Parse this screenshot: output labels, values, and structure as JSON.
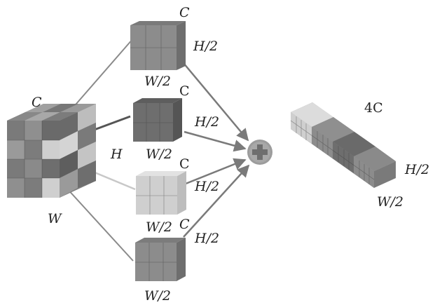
{
  "input": {
    "channel_label": "C",
    "height_label": "H",
    "width_label": "W"
  },
  "slices": [
    {
      "channel_label": "C",
      "height_label": "H/2",
      "width_label": "W/2"
    },
    {
      "channel_label": "C",
      "height_label": "H/2",
      "width_label": "W/2"
    },
    {
      "channel_label": "C",
      "height_label": "H/2",
      "width_label": "W/2"
    },
    {
      "channel_label": "C",
      "height_label": "H/2",
      "width_label": "W/2"
    }
  ],
  "output": {
    "channel_label": "4C",
    "height_label": "H/2",
    "width_label": "W/2"
  },
  "colors": {
    "line": "#8a8a8a",
    "light_line": "#c8c8c8",
    "cube_dark": "#6e6e6e",
    "cube_mid": "#8c8c8c",
    "cube_light": "#cfcfcf",
    "add_symbol": "#888888"
  },
  "icons": {
    "add": "plus-circle-icon"
  }
}
